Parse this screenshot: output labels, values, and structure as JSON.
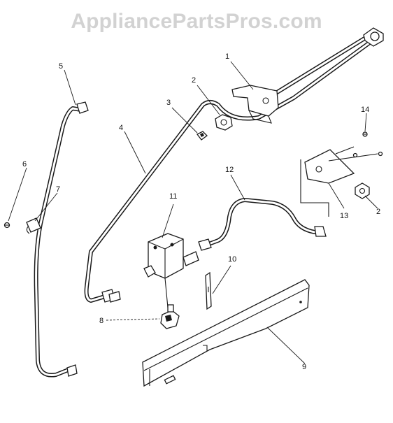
{
  "watermark": "AppliancePartsPros.com",
  "callouts": [
    "1",
    "2",
    "3",
    "4",
    "5",
    "6",
    "7",
    "8",
    "9",
    "10",
    "11",
    "12",
    "13",
    "14",
    "2"
  ]
}
